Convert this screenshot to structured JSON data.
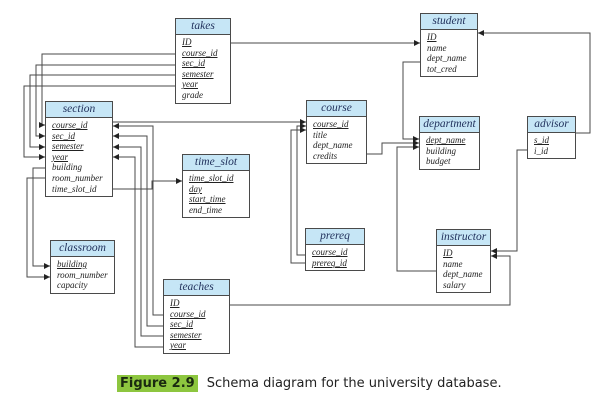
{
  "tables": {
    "takes": {
      "title": "takes",
      "attributes": [
        {
          "name": "ID",
          "pk": true
        },
        {
          "name": "course_id",
          "pk": true
        },
        {
          "name": "sec_id",
          "pk": true
        },
        {
          "name": "semester",
          "pk": true
        },
        {
          "name": "year",
          "pk": true
        },
        {
          "name": "grade",
          "pk": false
        }
      ]
    },
    "student": {
      "title": "student",
      "attributes": [
        {
          "name": "ID",
          "pk": true
        },
        {
          "name": "name",
          "pk": false
        },
        {
          "name": "dept_name",
          "pk": false
        },
        {
          "name": "tot_cred",
          "pk": false
        }
      ]
    },
    "section": {
      "title": "section",
      "attributes": [
        {
          "name": "course_id",
          "pk": true
        },
        {
          "name": "sec_id",
          "pk": true
        },
        {
          "name": "semester",
          "pk": true
        },
        {
          "name": "year",
          "pk": true
        },
        {
          "name": "building",
          "pk": false
        },
        {
          "name": "room_number",
          "pk": false
        },
        {
          "name": "time_slot_id",
          "pk": false
        }
      ]
    },
    "course": {
      "title": "course",
      "attributes": [
        {
          "name": "course_id",
          "pk": true
        },
        {
          "name": "title",
          "pk": false
        },
        {
          "name": "dept_name",
          "pk": false
        },
        {
          "name": "credits",
          "pk": false
        }
      ]
    },
    "department": {
      "title": "department",
      "attributes": [
        {
          "name": "dept_name",
          "pk": true
        },
        {
          "name": "building",
          "pk": false
        },
        {
          "name": "budget",
          "pk": false
        }
      ]
    },
    "advisor": {
      "title": "advisor",
      "attributes": [
        {
          "name": "s_id",
          "pk": true
        },
        {
          "name": "i_id",
          "pk": false
        }
      ]
    },
    "time_slot": {
      "title": "time_slot",
      "attributes": [
        {
          "name": "time_slot_id",
          "pk": true
        },
        {
          "name": "day",
          "pk": true
        },
        {
          "name": "start_time",
          "pk": true
        },
        {
          "name": "end_time",
          "pk": false
        }
      ]
    },
    "classroom": {
      "title": "classroom",
      "attributes": [
        {
          "name": "building",
          "pk": true
        },
        {
          "name": "room_number",
          "pk": false
        },
        {
          "name": "capacity",
          "pk": false
        }
      ]
    },
    "prereq": {
      "title": "prereq",
      "attributes": [
        {
          "name": "course_id",
          "pk": true
        },
        {
          "name": "prereq_id",
          "pk": true
        }
      ]
    },
    "instructor": {
      "title": "instructor",
      "attributes": [
        {
          "name": "ID",
          "pk": true
        },
        {
          "name": "name",
          "pk": false
        },
        {
          "name": "dept_name",
          "pk": false
        },
        {
          "name": "salary",
          "pk": false
        }
      ]
    },
    "teaches": {
      "title": "teaches",
      "attributes": [
        {
          "name": "ID",
          "pk": true
        },
        {
          "name": "course_id",
          "pk": true
        },
        {
          "name": "sec_id",
          "pk": true
        },
        {
          "name": "semester",
          "pk": true
        },
        {
          "name": "year",
          "pk": true
        }
      ]
    }
  },
  "relationships": [
    {
      "from": "takes.ID",
      "to": "student.ID"
    },
    {
      "from": "takes.course_id",
      "to": "section.course_id"
    },
    {
      "from": "takes.sec_id",
      "to": "section.sec_id"
    },
    {
      "from": "takes.semester",
      "to": "section.semester"
    },
    {
      "from": "takes.year",
      "to": "section.year"
    },
    {
      "from": "section.course_id",
      "to": "course.course_id"
    },
    {
      "from": "section.building",
      "to": "classroom.building"
    },
    {
      "from": "section.room_number",
      "to": "classroom.room_number"
    },
    {
      "from": "section.time_slot_id",
      "to": "time_slot.time_slot_id"
    },
    {
      "from": "student.dept_name",
      "to": "department.dept_name"
    },
    {
      "from": "course.dept_name",
      "to": "department.dept_name"
    },
    {
      "from": "instructor.dept_name",
      "to": "department.dept_name"
    },
    {
      "from": "advisor.s_id",
      "to": "student.ID"
    },
    {
      "from": "advisor.i_id",
      "to": "instructor.ID"
    },
    {
      "from": "prereq.course_id",
      "to": "course.course_id"
    },
    {
      "from": "prereq.prereq_id",
      "to": "course.course_id"
    },
    {
      "from": "teaches.ID",
      "to": "instructor.ID"
    },
    {
      "from": "teaches.course_id",
      "to": "section.course_id"
    },
    {
      "from": "teaches.sec_id",
      "to": "section.sec_id"
    },
    {
      "from": "teaches.semester",
      "to": "section.semester"
    },
    {
      "from": "teaches.year",
      "to": "section.year"
    }
  ],
  "caption": {
    "figure_label": "Figure 2.9",
    "text": "Schema diagram for the university database."
  },
  "colors": {
    "header_fill": "#c6e6f6",
    "figure_label_fill": "#8dc63f",
    "line": "#4a4a4a"
  }
}
